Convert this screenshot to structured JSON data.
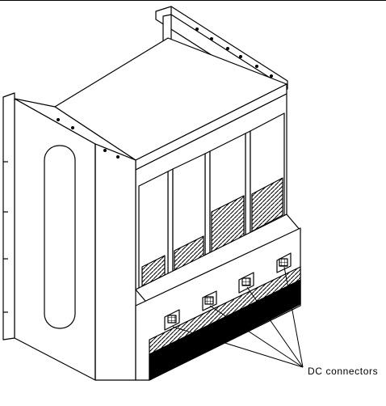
{
  "figure": {
    "callout_label": "DC connectors",
    "colors": {
      "line": "#000000",
      "background": "#ffffff",
      "dark_panel": "#000000"
    },
    "counts": {
      "dc_connectors": 4,
      "card_slots": 4
    }
  }
}
